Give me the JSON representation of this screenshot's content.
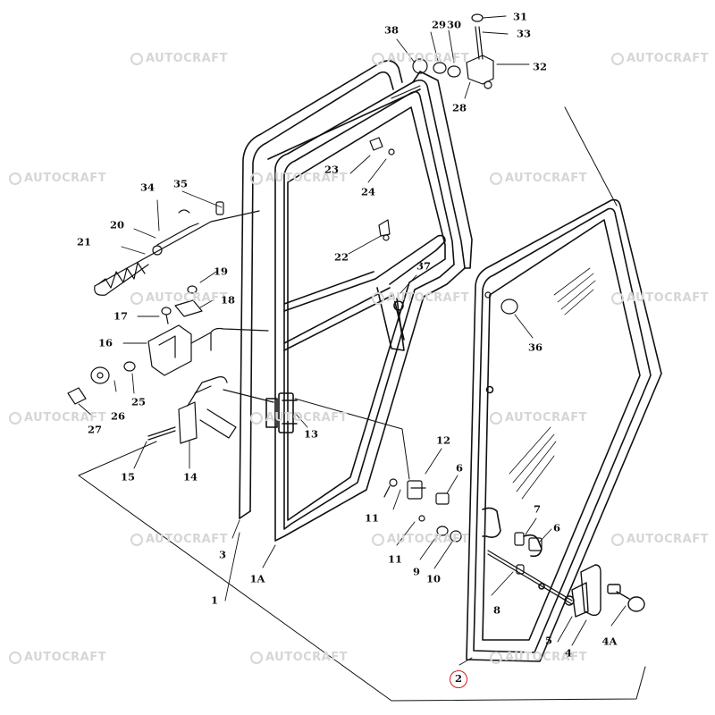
{
  "watermark": {
    "text": "AUTOCRAFT"
  },
  "highlight": {
    "color": "#d21f1f",
    "part": "2"
  },
  "callouts": {
    "c1": "1",
    "c1a": "1A",
    "c2": "2",
    "c3": "3",
    "c4": "4",
    "c4a": "4A",
    "c5": "5",
    "c6a": "6",
    "c6b": "6",
    "c7": "7",
    "c8": "8",
    "c9": "9",
    "c10": "10",
    "c11a": "11",
    "c11b": "11",
    "c12": "12",
    "c13": "13",
    "c14": "14",
    "c15": "15",
    "c16": "16",
    "c17": "17",
    "c18": "18",
    "c19": "19",
    "c20": "20",
    "c21": "21",
    "c22": "22",
    "c23": "23",
    "c24": "24",
    "c25": "25",
    "c26": "26",
    "c27": "27",
    "c28": "28",
    "c29": "29",
    "c30": "30",
    "c31": "31",
    "c32": "32",
    "c33": "33",
    "c34": "34",
    "c35": "35",
    "c36": "36",
    "c37": "37",
    "c38": "38"
  }
}
